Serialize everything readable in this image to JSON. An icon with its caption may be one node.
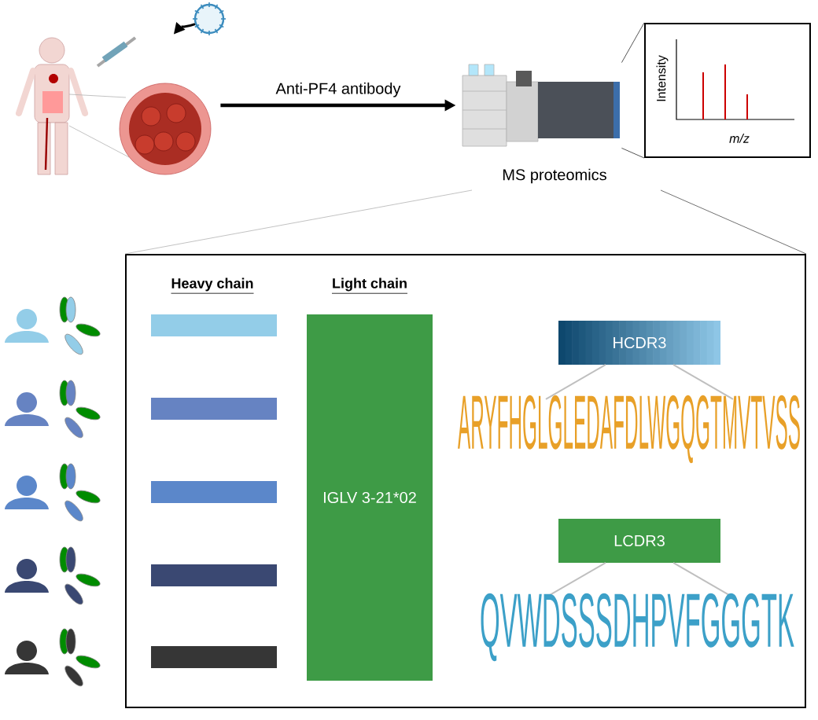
{
  "diagram": {
    "nodes": [
      {
        "text": [],
        "shape": "picture"
      },
      {
        "text": [],
        "shape": "picture"
      },
      {
        "text": [],
        "shape": "picture",
        "beside": [
          "MS proteomics"
        ]
      },
      {
        "text": [
          "Intensity",
          "m/z"
        ]
      },
      {
        "text": [],
        "shape": "box"
      },
      {
        "text": [],
        "shape": "bar",
        "in": 4
      },
      {
        "text": [],
        "shape": "bar",
        "in": 4
      },
      {
        "text": [],
        "shape": "bar",
        "in": 4
      },
      {
        "text": [],
        "shape": "bar",
        "in": 4
      },
      {
        "text": [],
        "shape": "bar",
        "in": 4
      },
      {
        "text": [
          "IGLV 3-21*02"
        ],
        "in": 4
      },
      {
        "text": [
          "HCDR3"
        ],
        "in": 4
      },
      {
        "text": [
          "LCDR3"
        ],
        "in": 4
      }
    ],
    "edges": [
      {
        "from": 1,
        "to": 0,
        "arrow": "to"
      },
      {
        "from": 0,
        "to": 2,
        "arrow": "to",
        "label": "Anti-PF4 antibody",
        "style": "thick"
      },
      {
        "from": 2,
        "to": 3,
        "arrow": "none",
        "color": "#555555"
      },
      {
        "from": 2,
        "to": 3,
        "arrow": "none",
        "color": "#555555"
      }
    ],
    "labels": [
      "Heavy chain",
      "Light chain",
      "ARYFHGLGLEDAFDLWGQGTMVTVSS",
      "QVWDSSSDHPVFGGGTK"
    ]
  }
}
